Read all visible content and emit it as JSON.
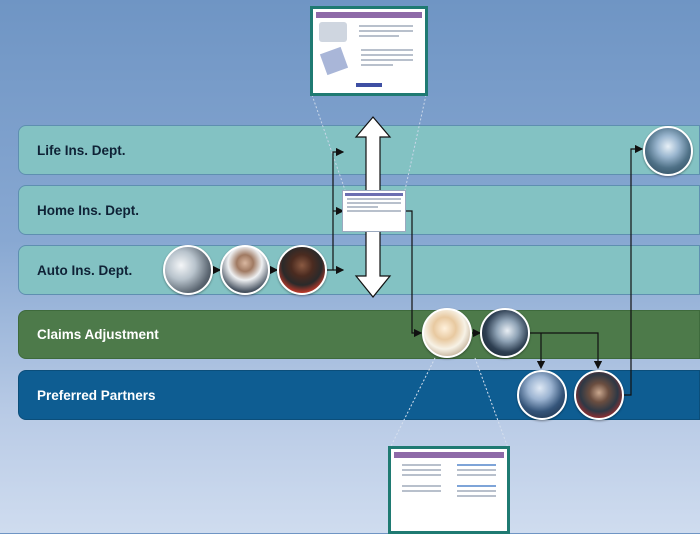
{
  "lanes": {
    "life": "Life Ins. Dept.",
    "home": "Home Ins. Dept.",
    "auto": "Auto Ins. Dept.",
    "claims": "Claims Adjustment",
    "partners": "Preferred Partners"
  },
  "colors": {
    "lane_teal": "#83c2c3",
    "lane_green": "#4d7a4a",
    "lane_blue": "#0e5d92",
    "screen_border": "#1f7a72"
  },
  "icons": [
    "person-photo-icon",
    "claim-screen-thumbnail",
    "double-arrow-icon"
  ]
}
